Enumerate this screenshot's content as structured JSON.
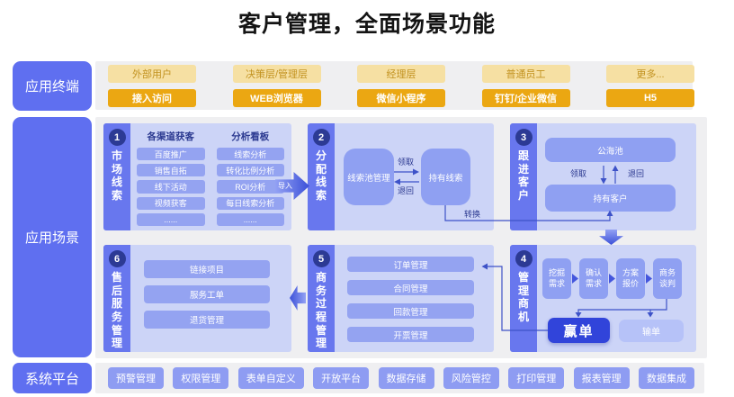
{
  "title": "客户管理，全面场景功能",
  "sidebar": {
    "items": [
      {
        "label": "应用终端"
      },
      {
        "label": "应用场景"
      },
      {
        "label": "系统平台"
      }
    ]
  },
  "terminals": {
    "columns": [
      {
        "role": "外部用户",
        "app": "接入访问"
      },
      {
        "role": "决策层/管理层",
        "app": "WEB浏览器"
      },
      {
        "role": "经理层",
        "app": "微信小程序"
      },
      {
        "role": "普通员工",
        "app": "钉钉/企业微信"
      },
      {
        "role": "更多...",
        "app": "H5"
      }
    ]
  },
  "scenario": {
    "block1": {
      "num": "1",
      "title": "市场线索",
      "group1_title": "各渠道获客",
      "group2_title": "分析看板",
      "group1_items": [
        "百度推广",
        "销售自拓",
        "线下活动",
        "视频获客",
        "......"
      ],
      "group2_items": [
        "线索分析",
        "转化比例分析",
        "ROI分析",
        "每日线索分析",
        "......"
      ]
    },
    "block2": {
      "num": "2",
      "title": "分配线索",
      "pool": "线索池管理",
      "held": "持有线索",
      "claim": "领取",
      "return": "退回",
      "convert": "转换"
    },
    "block3": {
      "num": "3",
      "title": "跟进客户",
      "pool": "公海池",
      "held": "持有客户",
      "claim": "领取",
      "return": "退回"
    },
    "block4": {
      "num": "4",
      "title": "管理商机",
      "steps": [
        "挖掘需求",
        "确认需求",
        "方案报价",
        "商务谈判"
      ],
      "win": "赢单",
      "lose": "输单"
    },
    "block5": {
      "num": "5",
      "title": "商务过程管理",
      "items": [
        "订单管理",
        "合同管理",
        "回款管理",
        "开票管理"
      ]
    },
    "block6": {
      "num": "6",
      "title": "售后服务管理",
      "items": [
        "链接项目",
        "服务工单",
        "退货管理"
      ]
    },
    "flow": {
      "import": "导入"
    }
  },
  "platform": {
    "items": [
      "预警管理",
      "权限管理",
      "表单自定义",
      "开放平台",
      "数据存储",
      "风险管控",
      "打印管理",
      "报表管理",
      "数据集成"
    ]
  },
  "colors": {
    "accent_blue": "#5f6ff0",
    "panel": "#ccd4f7",
    "strip": "#6877ee",
    "item_box": "#94a3f1",
    "number_circle": "#2c3a94",
    "win_box": "#3144da",
    "lose_box": "#b6c2f8",
    "gold": "#eba712",
    "light_gold": "#f6e0a3",
    "line": "#3d52c8",
    "band": "#efeff1"
  }
}
